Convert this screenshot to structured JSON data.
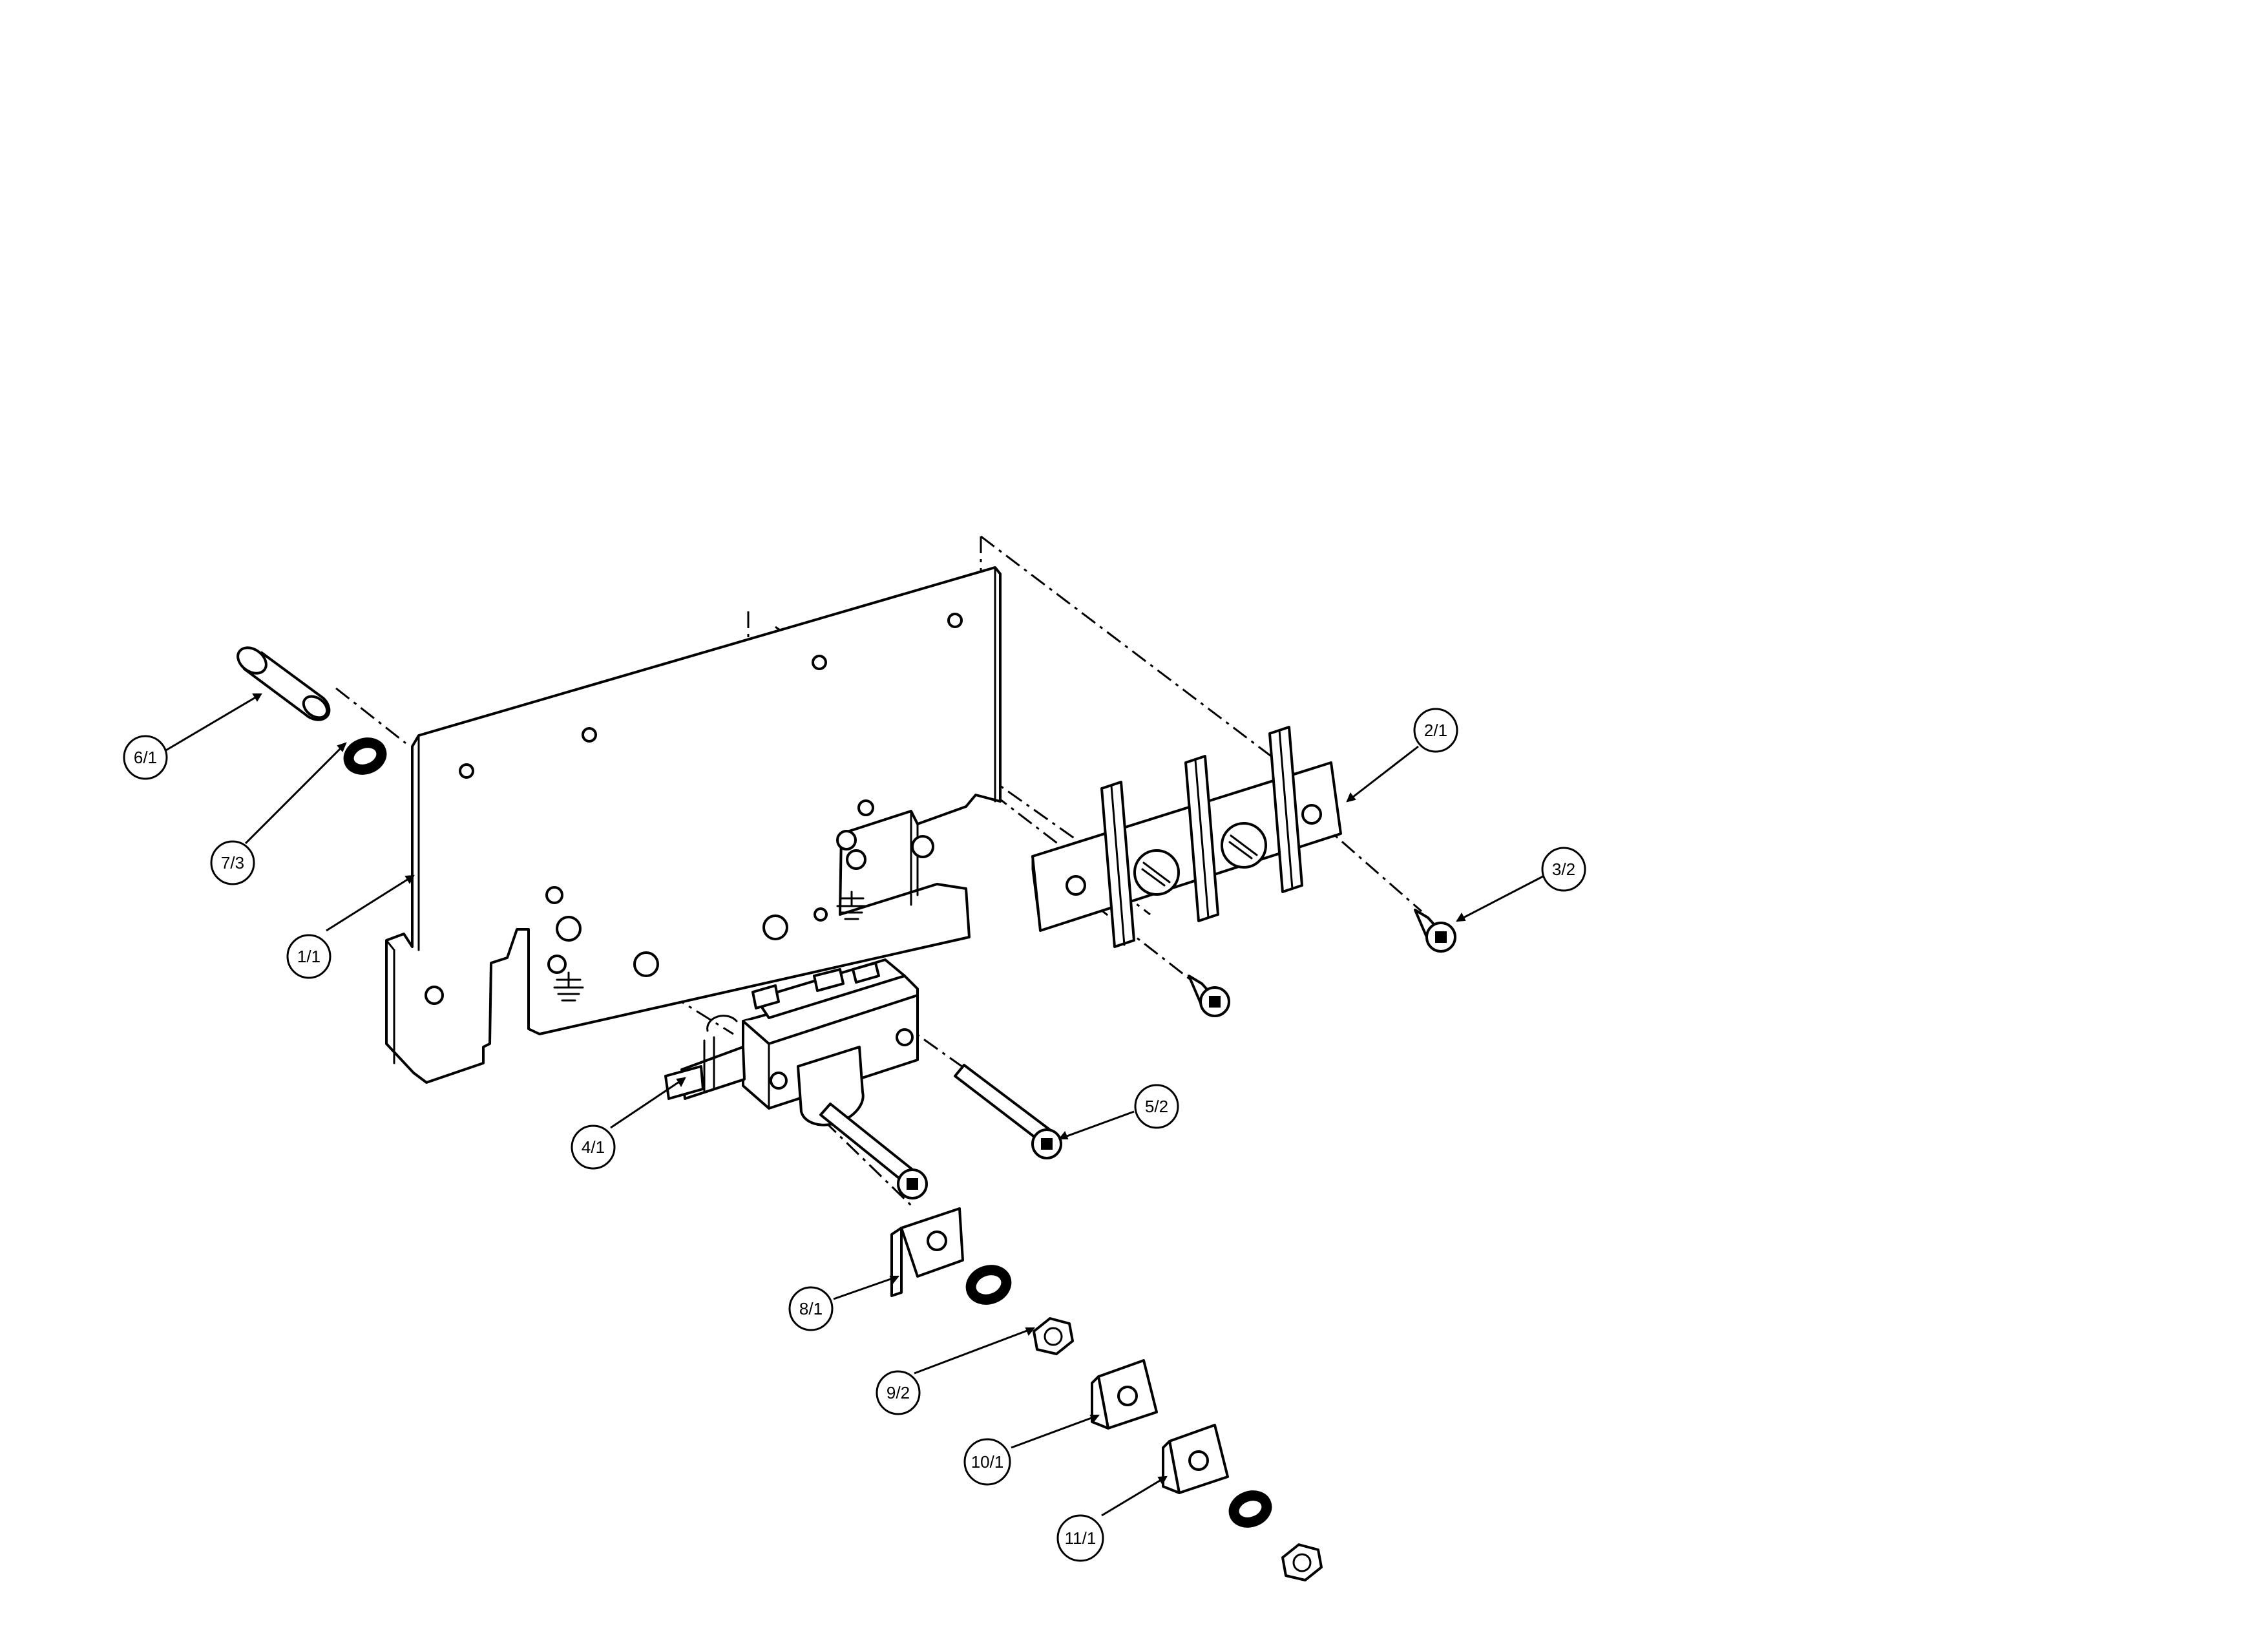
{
  "diagram": {
    "type": "exploded parts view",
    "callouts": [
      {
        "id": "c-6-1",
        "label": "6/1"
      },
      {
        "id": "c-7-3",
        "label": "7/3"
      },
      {
        "id": "c-1-1",
        "label": "1/1"
      },
      {
        "id": "c-2-1",
        "label": "2/1"
      },
      {
        "id": "c-3-2",
        "label": "3/2"
      },
      {
        "id": "c-4-1",
        "label": "4/1"
      },
      {
        "id": "c-5-2",
        "label": "5/2"
      },
      {
        "id": "c-8-1",
        "label": "8/1"
      },
      {
        "id": "c-9-2",
        "label": "9/2"
      },
      {
        "id": "c-10-1",
        "label": "10/1"
      },
      {
        "id": "c-11-1",
        "label": "11/1"
      }
    ]
  }
}
